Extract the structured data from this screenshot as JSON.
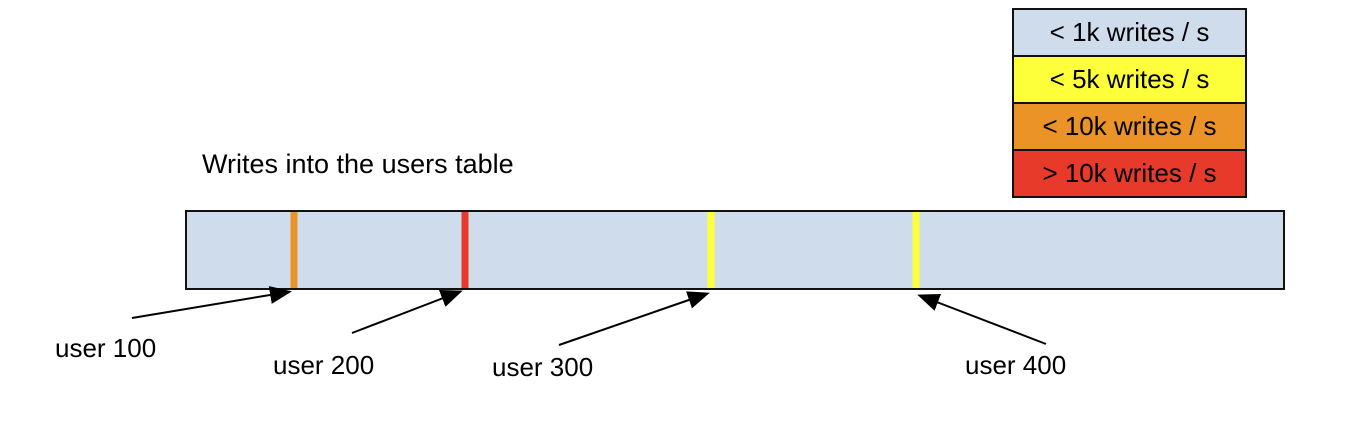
{
  "title": "Writes into the users table",
  "legend": {
    "items": [
      {
        "label": "< 1k writes / s",
        "color": "#CEDCEC"
      },
      {
        "label": "< 5k writes / s",
        "color": "#FEFF3B"
      },
      {
        "label": "< 10k writes / s",
        "color": "#EC9327"
      },
      {
        "label": "> 10k writes / s",
        "color": "#E73A2A"
      }
    ]
  },
  "bar": {
    "fill": "#CEDCEC",
    "border_color": "#111111",
    "markers": [
      {
        "id": "user 100",
        "rate_class": "< 10k writes / s",
        "color": "#EC9327",
        "left": "9.8%"
      },
      {
        "id": "user 200",
        "rate_class": "> 10k writes / s",
        "color": "#E73A2A",
        "left": "25.4%"
      },
      {
        "id": "user 300",
        "rate_class": "< 5k writes / s",
        "color": "#FEFF3B",
        "left": "47.8%"
      },
      {
        "id": "user 400",
        "rate_class": "< 5k writes / s",
        "color": "#FEFF3B",
        "left": "66.5%"
      }
    ]
  },
  "callouts": [
    {
      "label": "user 100"
    },
    {
      "label": "user 200"
    },
    {
      "label": "user 300"
    },
    {
      "label": "user 400"
    }
  ]
}
